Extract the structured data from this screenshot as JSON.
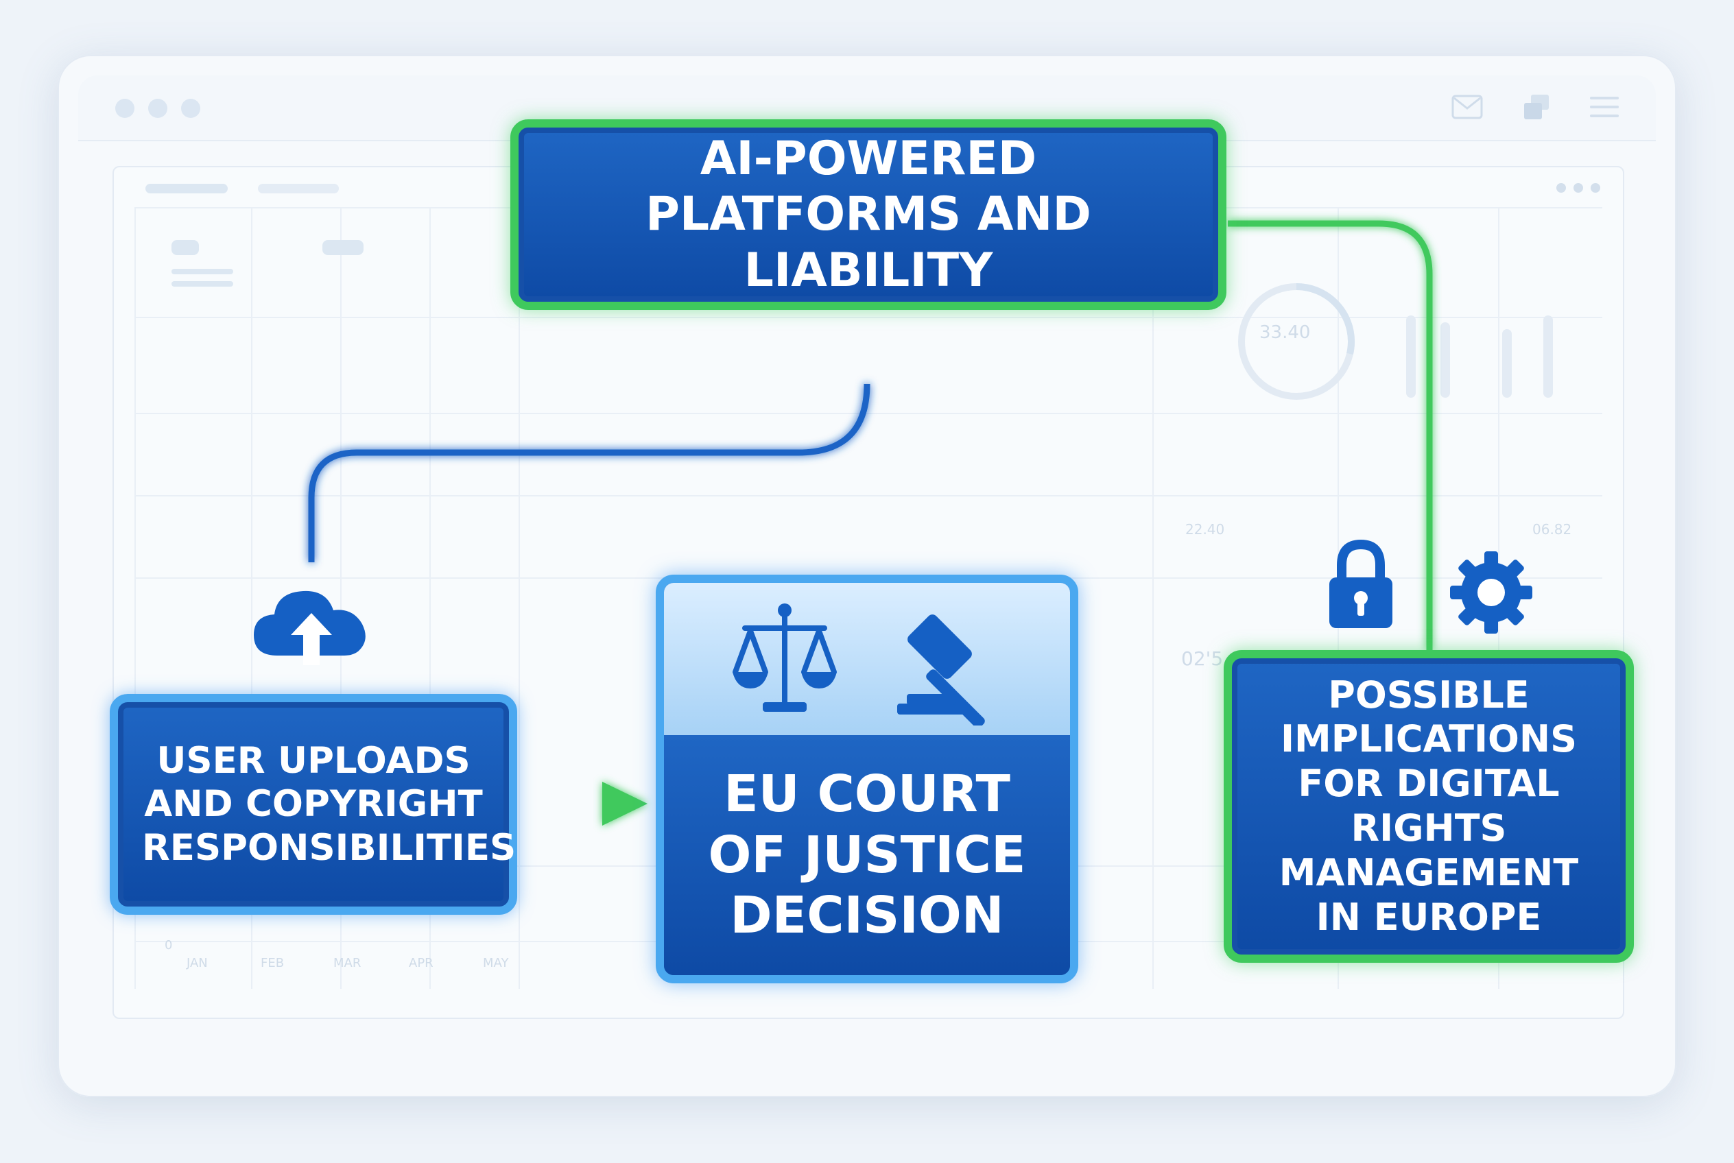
{
  "colors": {
    "node_fill": "#1456b4",
    "blue_outline": "#4aa8f0",
    "green_outline": "#3fc95d",
    "blue_connector": "#1a63c6",
    "green_connector": "#3fc95d",
    "background": "#eef3f9"
  },
  "nodes": {
    "top": {
      "label": "AI-POWERED PLATFORMS AND LIABILITY"
    },
    "left": {
      "label": "USER UPLOADS AND COPYRIGHT RESPONSIBILITIES",
      "icon": "cloud-upload-icon"
    },
    "center": {
      "label": "EU COURT OF JUSTICE DECISION",
      "icons": [
        "scales-of-justice-icon",
        "gavel-icon"
      ]
    },
    "right": {
      "label": "POSSIBLE IMPLICATIONS FOR DIGITAL RIGHTS MANAGEMENT IN EUROPE",
      "icons": [
        "lock-icon",
        "gear-icon"
      ]
    }
  },
  "background_ui": {
    "months": [
      "JAN",
      "FEB",
      "MAR",
      "APR",
      "MAY"
    ],
    "axis_zero": "0",
    "gauge_value": "33.40",
    "readouts": [
      "22.40",
      "06.82",
      "02'5"
    ]
  }
}
